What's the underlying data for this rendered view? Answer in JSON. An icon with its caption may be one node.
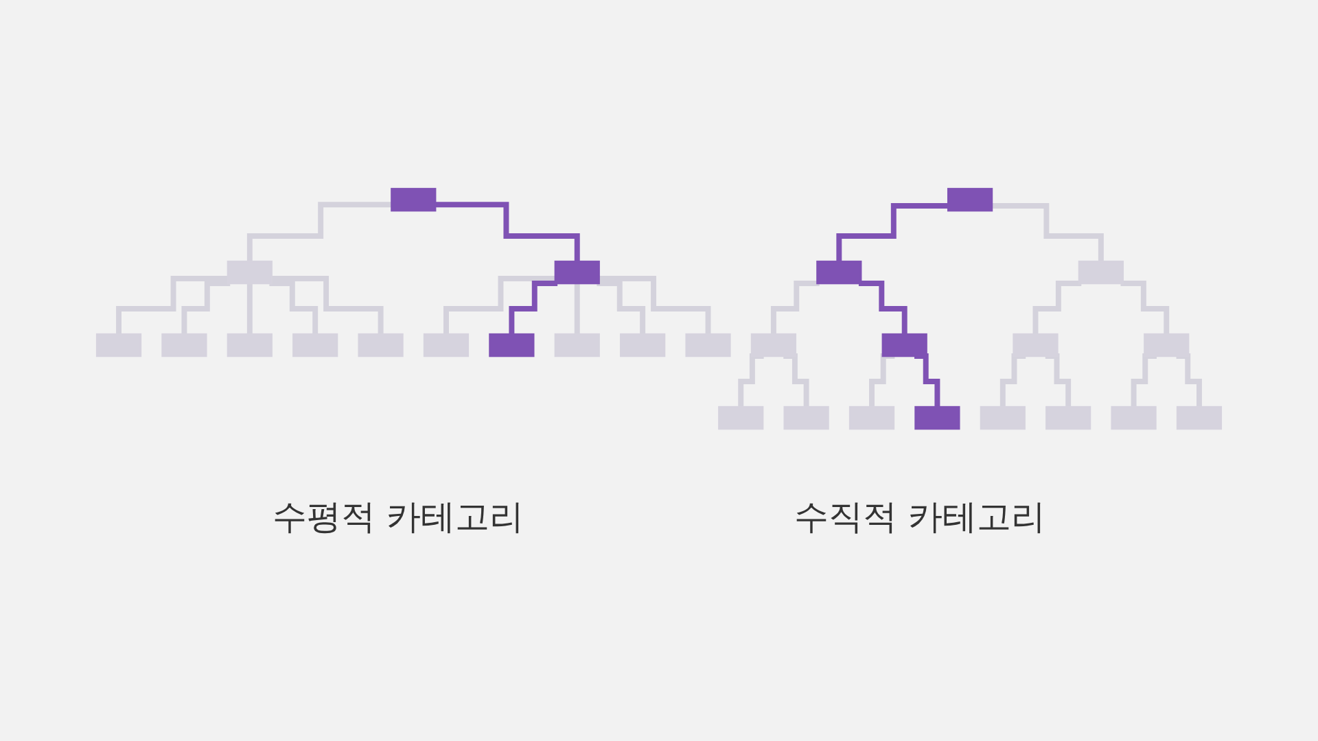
{
  "diagram": {
    "nodes": [
      {
        "text": [],
        "shape": "box"
      },
      {
        "text": [],
        "shape": "box"
      },
      {
        "text": [],
        "shape": "box"
      },
      {
        "text": [],
        "shape": "box"
      },
      {
        "text": [],
        "shape": "box"
      },
      {
        "text": [],
        "shape": "box"
      },
      {
        "text": [],
        "shape": "box"
      },
      {
        "text": [],
        "shape": "box"
      },
      {
        "text": [],
        "shape": "box"
      },
      {
        "text": [],
        "shape": "box"
      },
      {
        "text": [],
        "shape": "box"
      },
      {
        "text": [],
        "shape": "box"
      },
      {
        "text": [],
        "shape": "box"
      },
      {
        "text": [],
        "shape": "box"
      },
      {
        "text": [],
        "shape": "box"
      },
      {
        "text": [],
        "shape": "box"
      },
      {
        "text": [],
        "shape": "box"
      },
      {
        "text": [],
        "shape": "box"
      },
      {
        "text": [],
        "shape": "box"
      },
      {
        "text": [],
        "shape": "box"
      },
      {
        "text": [],
        "shape": "box"
      },
      {
        "text": [],
        "shape": "box"
      },
      {
        "text": [],
        "shape": "box"
      },
      {
        "text": [],
        "shape": "box"
      },
      {
        "text": [],
        "shape": "box"
      },
      {
        "text": [],
        "shape": "box"
      },
      {
        "text": [],
        "shape": "box"
      },
      {
        "text": [],
        "shape": "box"
      }
    ],
    "edges": [
      {
        "from": 0,
        "to": 1,
        "arrow": "none"
      },
      {
        "from": 0,
        "to": 2,
        "arrow": "none",
        "color": "#7f52b4"
      },
      {
        "from": 1,
        "to": 3,
        "arrow": "none"
      },
      {
        "from": 1,
        "to": 4,
        "arrow": "none"
      },
      {
        "from": 1,
        "to": 5,
        "arrow": "none"
      },
      {
        "from": 1,
        "to": 6,
        "arrow": "none"
      },
      {
        "from": 1,
        "to": 7,
        "arrow": "none"
      },
      {
        "from": 2,
        "to": 8,
        "arrow": "none"
      },
      {
        "from": 2,
        "to": 9,
        "arrow": "none",
        "color": "#7f52b4"
      },
      {
        "from": 2,
        "to": 10,
        "arrow": "none"
      },
      {
        "from": 2,
        "to": 11,
        "arrow": "none"
      },
      {
        "from": 2,
        "to": 12,
        "arrow": "none"
      },
      {
        "from": 13,
        "to": 14,
        "arrow": "none",
        "color": "#7f52b4"
      },
      {
        "from": 13,
        "to": 15,
        "arrow": "none"
      },
      {
        "from": 14,
        "to": 16,
        "arrow": "none"
      },
      {
        "from": 14,
        "to": 17,
        "arrow": "none",
        "color": "#7f52b4"
      },
      {
        "from": 15,
        "to": 18,
        "arrow": "none"
      },
      {
        "from": 15,
        "to": 19,
        "arrow": "none"
      },
      {
        "from": 16,
        "to": 20,
        "arrow": "none"
      },
      {
        "from": 16,
        "to": 21,
        "arrow": "none"
      },
      {
        "from": 17,
        "to": 22,
        "arrow": "none"
      },
      {
        "from": 17,
        "to": 23,
        "arrow": "none",
        "color": "#7f52b4"
      },
      {
        "from": 18,
        "to": 24,
        "arrow": "none"
      },
      {
        "from": 18,
        "to": 25,
        "arrow": "none"
      },
      {
        "from": 19,
        "to": 26,
        "arrow": "none"
      },
      {
        "from": 19,
        "to": 27,
        "arrow": "none"
      }
    ],
    "labels": [
      "수평적 카테고리",
      "수직적 카테고리"
    ]
  }
}
